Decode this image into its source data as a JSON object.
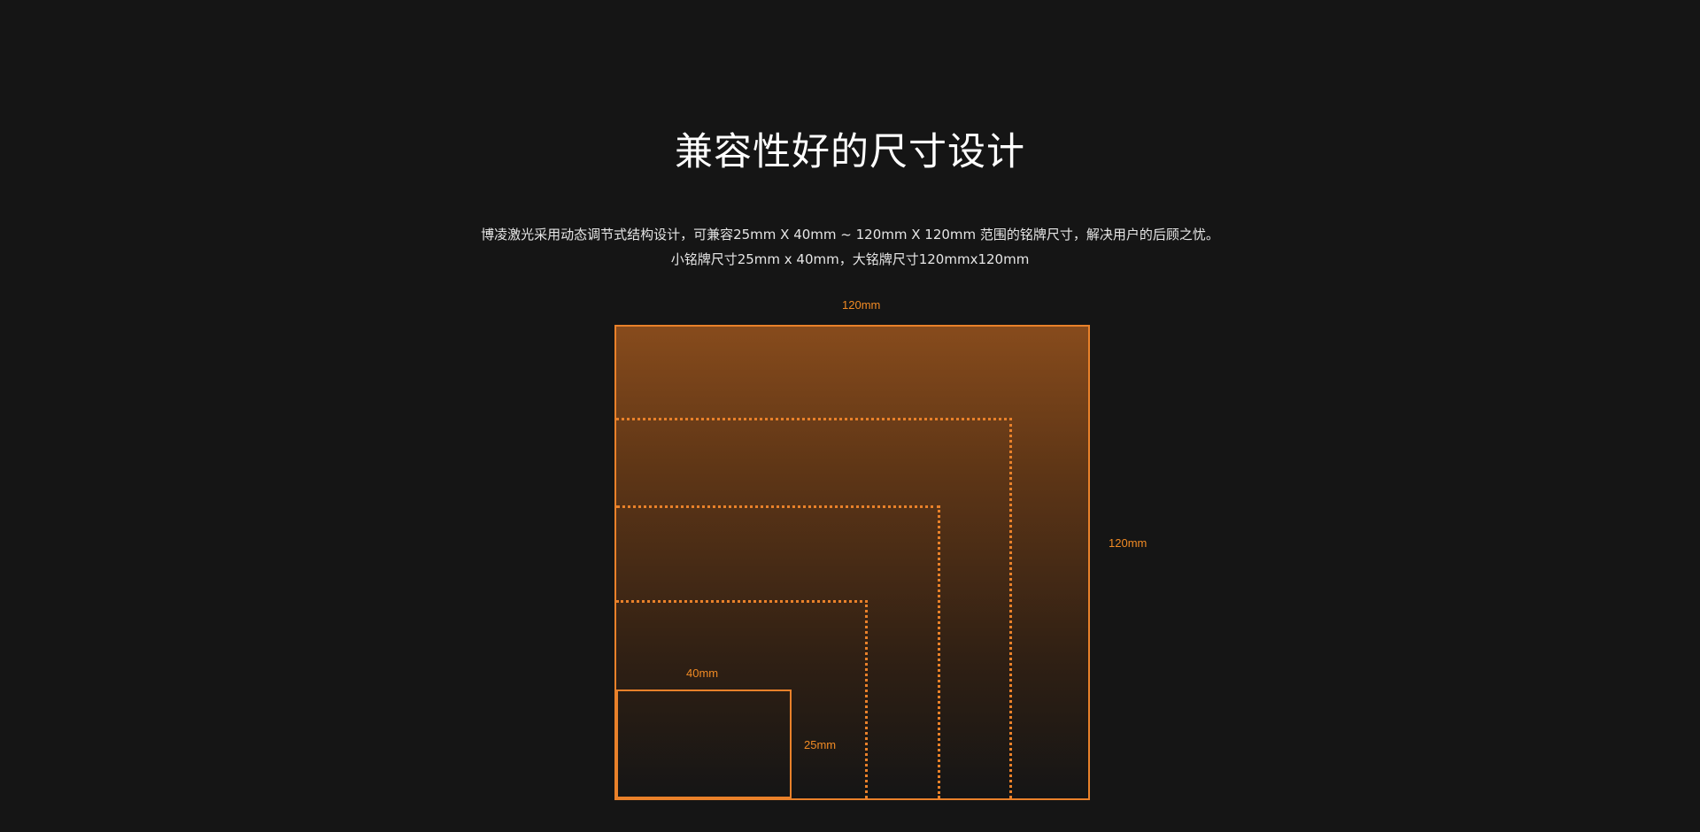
{
  "section": {
    "title": "兼容性好的尺寸设计",
    "description_line1": "博凌激光采用动态调节式结构设计，可兼容25mm X 40mm ~ 120mm X 120mm 范围的铭牌尺寸，解决用户的后顾之忧。",
    "description_line2": "小铭牌尺寸25mm x 40mm，大铭牌尺寸120mmx120mm"
  },
  "diagram": {
    "accent_color": "#e9812a",
    "large_width_label": "120mm",
    "large_height_label": "120mm",
    "small_width_label": "40mm",
    "small_height_label": "25mm"
  }
}
